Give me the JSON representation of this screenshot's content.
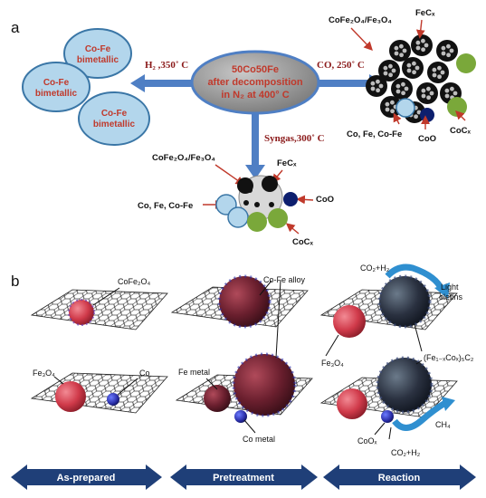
{
  "panel_a": {
    "letter": "a",
    "center": {
      "line1": "50Co50Fe",
      "line2": "after decomposition",
      "line3": "in N₂ at 400° C"
    },
    "bimetallic": [
      {
        "line1": "Co-Fe",
        "line2": "bimetallic"
      },
      {
        "line1": "Co-Fe",
        "line2": "bimetallic"
      },
      {
        "line1": "Co-Fe",
        "line2": "bimetallic"
      }
    ],
    "cond_h2": "H₂ ,350˚ C",
    "cond_co": "CO, 250˚ C",
    "cond_syngas": "Syngas,300˚ C",
    "right_cluster": {
      "top1": "CoFe₂O₄/Fe₃O₄",
      "top2": "FeCₓ",
      "bl": "Co, Fe, Co-Fe",
      "bm": "CoO",
      "br": "CoCₓ"
    },
    "bottom_cluster": {
      "tl": "CoFe₂O₄/Fe₃O₄",
      "tr": "FeCₓ",
      "l": "Co, Fe, Co-Fe",
      "r": "CoO",
      "b": "CoCₓ"
    }
  },
  "panel_b": {
    "letter": "b",
    "prepared": {
      "cofe2o4": "CoFe₂O₄",
      "fe3o4": "Fe₃O₄",
      "co": "Co"
    },
    "pretreat": {
      "alloy": "Co-Fe alloy",
      "fe_metal": "Fe metal",
      "co_metal": "Co metal"
    },
    "reaction": {
      "co2h2_top": "CO₂+H₂",
      "olefins1": "Light",
      "olefins2": "olefins",
      "fe3o4": "Fe₃O₄",
      "carbide": "(Fe₁₋ₓCoₓ)₅C₂",
      "ch4": "CH₄",
      "cox": "CoOₓ",
      "co2h2_bottom": "CO₂+H₂"
    },
    "stages": [
      "As-prepared",
      "Pretreatment",
      "Reaction"
    ]
  },
  "colors": {
    "ellipse_fill": "#b3d6ec",
    "ellipse_stroke": "#3a76a6",
    "center_fill": "#8a8a8a",
    "arrow_blue": "#4f7fc4",
    "stage_arrow": "#1f3f78",
    "green": "#7aa83a",
    "navy": "#0d1f6e",
    "red_sphere": "#d03a4a",
    "alloy_dark": "#6a1f2e"
  },
  "icons": [
    "graphene-sheet",
    "nanoparticle-sphere",
    "double-arrow",
    "pointer-arrow"
  ]
}
